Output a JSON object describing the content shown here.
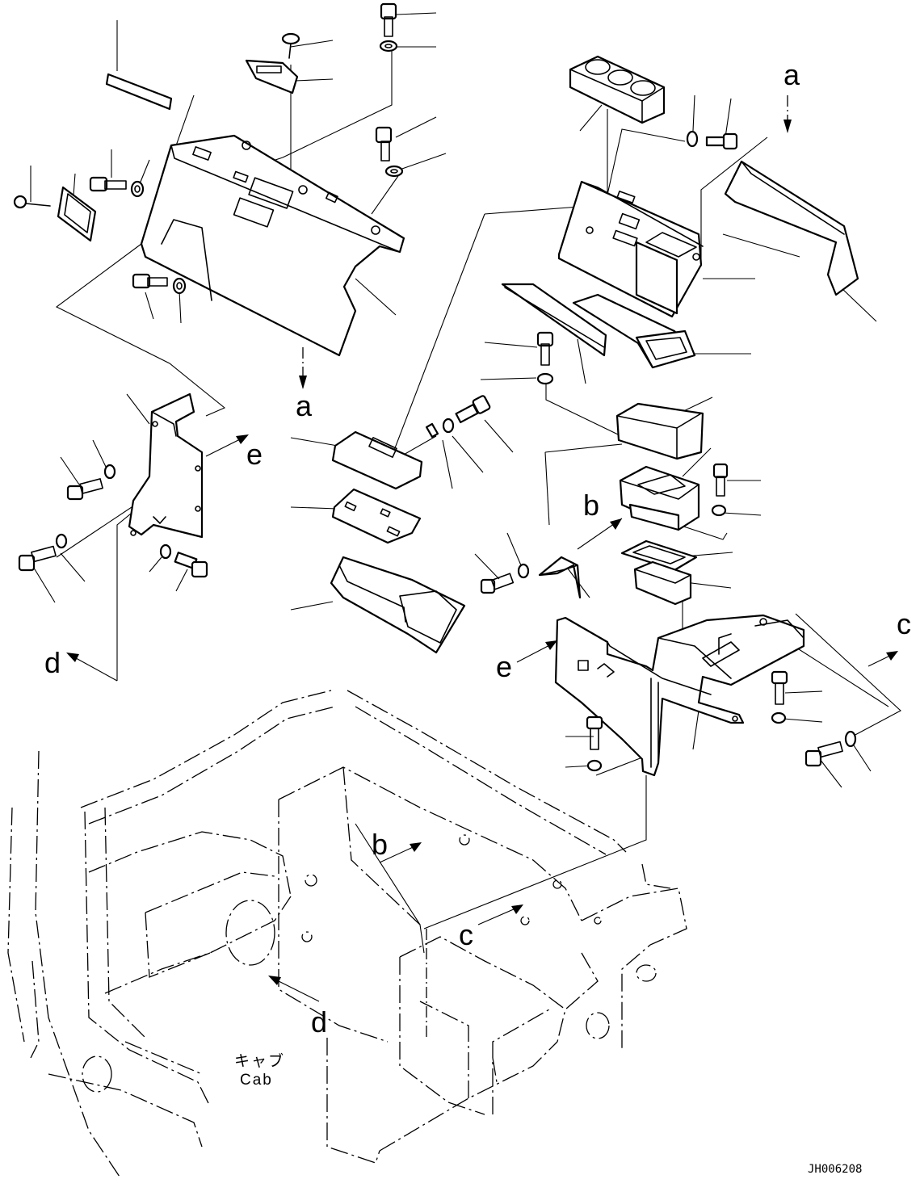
{
  "labels": {
    "a_top": "a",
    "a_mid": "a",
    "b_upper": "b",
    "b_lower": "b",
    "c_upper": "c",
    "c_lower": "c",
    "d_upper": "d",
    "d_lower": "d",
    "e_left": "e",
    "e_right": "e"
  },
  "cab_label": {
    "japanese": "キャブ",
    "english": "Cab"
  },
  "drawing_code": "JH006208"
}
